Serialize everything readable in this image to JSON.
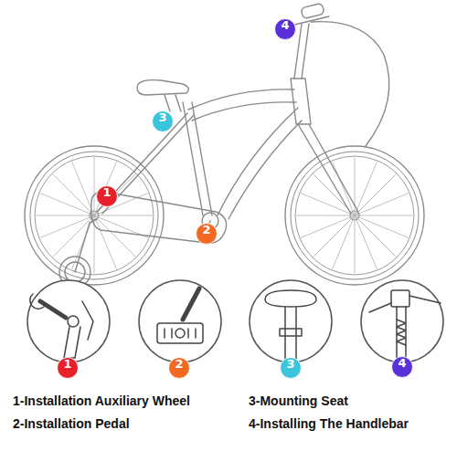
{
  "diagram": {
    "nodes": [
      {
        "text": [
          "1"
        ]
      },
      {
        "text": [
          "2"
        ]
      },
      {
        "text": [
          "3"
        ]
      },
      {
        "text": [
          "4"
        ]
      },
      {
        "text": [
          "1"
        ]
      },
      {
        "text": [
          "2"
        ]
      },
      {
        "text": [
          "3"
        ]
      },
      {
        "text": [
          "4"
        ]
      }
    ],
    "labels": [
      "1-Installation Auxiliary Wheel",
      "2-Installation Pedal",
      "3-Mounting Seat",
      "4-Installing The Handlebar"
    ]
  }
}
